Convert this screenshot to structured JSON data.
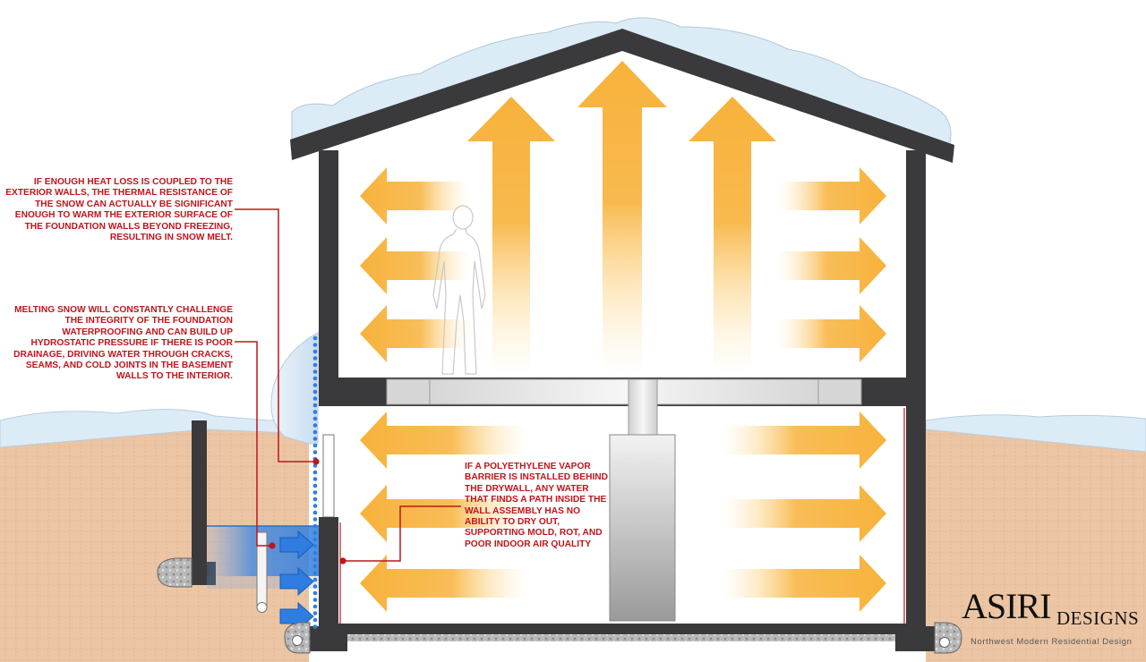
{
  "callouts": [
    {
      "id": "heat-loss",
      "lines": [
        "IF ENOUGH HEAT LOSS IS COUPLED TO THE",
        "EXTERIOR WALLS, THE THERMAL RESISTANCE OF",
        "THE SNOW CAN ACTUALLY BE SIGNIFICANT",
        "ENOUGH TO WARM THE EXTERIOR SURFACE OF",
        "THE FOUNDATION WALLS BEYOND FREEZING,",
        "RESULTING IN SNOW MELT."
      ]
    },
    {
      "id": "melting-snow",
      "lines": [
        "MELTING SNOW WILL CONSTANTLY CHALLENGE",
        "THE INTEGRITY OF THE FOUNDATION",
        "WATERPROOFING AND CAN BUILD UP",
        "HYDROSTATIC PRESSURE IF THERE IS POOR",
        "DRAINAGE, DRIVING WATER THROUGH CRACKS,",
        "SEAMS, AND COLD JOINTS IN THE BASEMENT",
        "WALLS TO THE INTERIOR."
      ]
    },
    {
      "id": "vapor-barrier",
      "lines": [
        "IF A POLYETHYLENE VAPOR",
        "BARRIER IS INSTALLED BEHIND",
        "THE DRYWALL, ANY WATER",
        "THAT FINDS A PATH INSIDE THE",
        "WALL ASSEMBLY HAS NO",
        "ABILITY TO DRY OUT,",
        "SUPPORTING MOLD, ROT, AND",
        "POOR INDOOR AIR QUALITY"
      ]
    }
  ],
  "brand": {
    "name_main": "ASIRI",
    "name_sub": "DESIGNS",
    "tagline": "Northwest Modern Residential Design"
  },
  "colors": {
    "annotation": "#c0151b",
    "heat_arrow": "#f7b23b",
    "water": "#2f7de0",
    "soil": "#ecc6a4",
    "snow": "#dcecf6",
    "wall": "#3a3a3c"
  }
}
